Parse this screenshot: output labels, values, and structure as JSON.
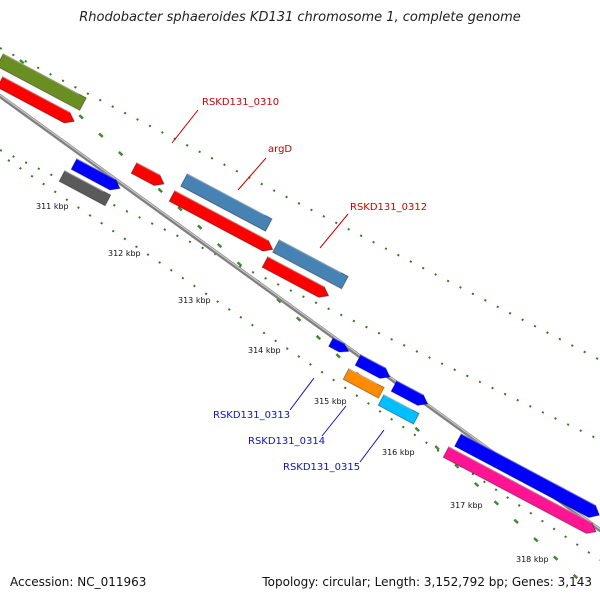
{
  "title": "Rhodobacter sphaeroides KD131 chromosome 1, complete genome",
  "footer": {
    "accession": "Accession: NC_011963",
    "summary": "Topology: circular; Length: 3,152,792 bp; Genes: 3,143"
  },
  "colors": {
    "backbone": "#7f7f7f",
    "tick_marks": "#2e7d1e",
    "label_forward": "#cc0000",
    "label_reverse": "#1010c0"
  },
  "ticks": [
    {
      "label": "311 kbp"
    },
    {
      "label": "312 kbp"
    },
    {
      "label": "313 kbp"
    },
    {
      "label": "314 kbp"
    },
    {
      "label": "315 kbp"
    },
    {
      "label": "316 kbp"
    },
    {
      "label": "317 kbp"
    },
    {
      "label": "318 kbp"
    }
  ],
  "gene_labels": [
    {
      "text": "RSKD131_0310",
      "strand": "forward"
    },
    {
      "text": "argD",
      "strand": "forward"
    },
    {
      "text": "RSKD131_0312",
      "strand": "forward"
    },
    {
      "text": "RSKD131_0313",
      "strand": "reverse"
    },
    {
      "text": "RSKD131_0314",
      "strand": "reverse"
    },
    {
      "text": "RSKD131_0315",
      "strand": "reverse"
    }
  ],
  "features": [
    {
      "name": "feature-olive",
      "color": "#6b8e23"
    },
    {
      "name": "feature-red-310",
      "color": "#ff0000"
    },
    {
      "name": "feature-blue-a",
      "color": "#0000ff"
    },
    {
      "name": "feature-gray",
      "color": "#5a5a5a"
    },
    {
      "name": "feature-red-small",
      "color": "#ff0000"
    },
    {
      "name": "feature-steelblue-argD",
      "color": "#4682b4"
    },
    {
      "name": "feature-red-argD",
      "color": "#ff0000"
    },
    {
      "name": "feature-steelblue-312",
      "color": "#4682b4"
    },
    {
      "name": "feature-red-312",
      "color": "#ff0000"
    },
    {
      "name": "feature-blue-small",
      "color": "#0000ff"
    },
    {
      "name": "feature-blue-b",
      "color": "#0000ff"
    },
    {
      "name": "feature-orange-314",
      "color": "#ff8c00"
    },
    {
      "name": "feature-blue-c",
      "color": "#0000ff"
    },
    {
      "name": "feature-cyan-315",
      "color": "#00bfff"
    },
    {
      "name": "feature-blue-d",
      "color": "#0000ff"
    },
    {
      "name": "feature-pink",
      "color": "#ff1493"
    }
  ]
}
